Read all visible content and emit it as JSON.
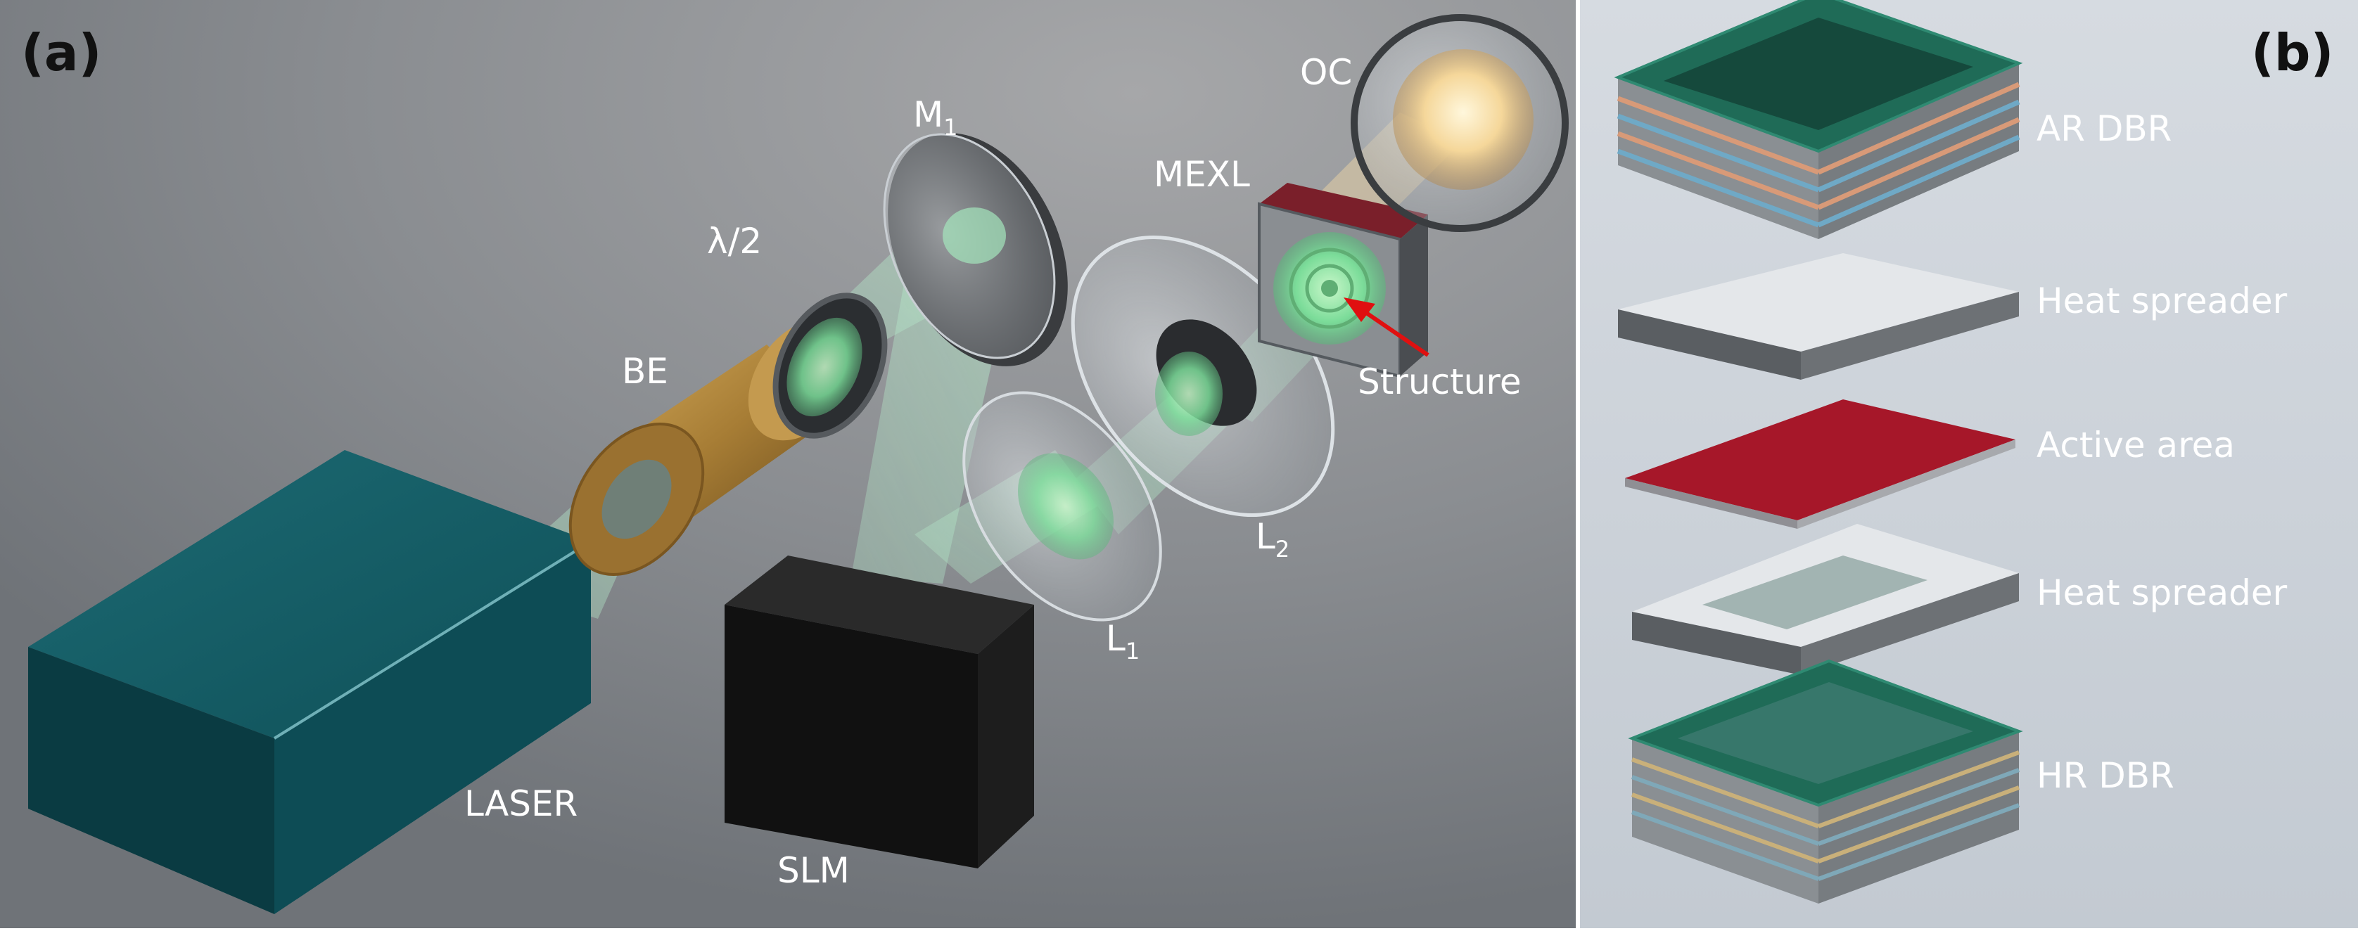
{
  "panel_a": {
    "tag": "(a)",
    "labels": {
      "oc": "OC",
      "mexl": "MEXL",
      "m1_main": "M",
      "m1_sub": "1",
      "half_wave": "λ/2",
      "be": "BE",
      "structure": "Structure",
      "l2_main": "L",
      "l2_sub": "2",
      "l1_main": "L",
      "l1_sub": "1",
      "laser": "LASER",
      "slm": "SLM"
    }
  },
  "panel_b": {
    "tag": "(b)",
    "layers": [
      "AR DBR",
      "Heat spreader",
      "Active area",
      "Heat spreader",
      "HR DBR"
    ]
  },
  "colors": {
    "panel_a_bg": "#7c8085",
    "panel_b_bg": "#cfd5dc",
    "laser": "#0d4c55",
    "slm": "#161616",
    "beam": "#9ee8b8",
    "lens_tube": "#a77d35",
    "arrow": "#e01010",
    "active_area": "#a61729",
    "dbr_top": "#1f6b57"
  }
}
